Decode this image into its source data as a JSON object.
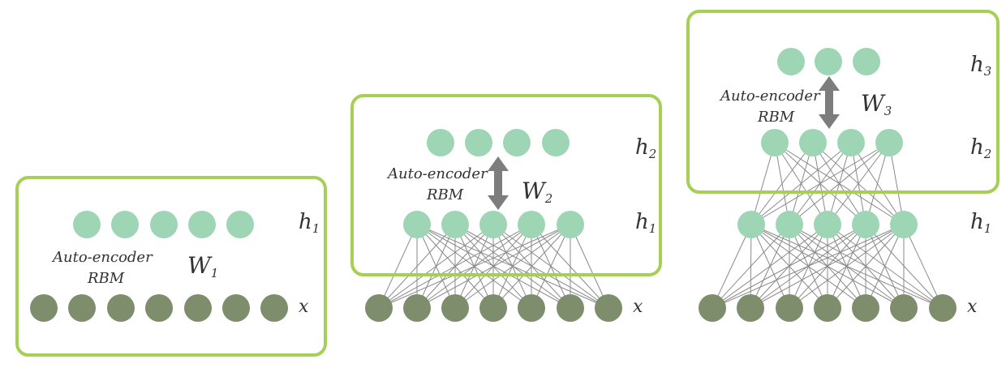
{
  "colors": {
    "box_border": "#a6cf55",
    "hidden_node": "#9ed5b4",
    "input_node": "#7e8d6b",
    "edge": "#8a8a8a",
    "arrow": "#7d7d7d",
    "text": "#333333"
  },
  "panels": [
    {
      "id": "stage1",
      "layers": [
        {
          "role": "hidden",
          "label_base": "h",
          "label_sub": "1",
          "node_count": 5
        },
        {
          "role": "input",
          "label_base": "x",
          "label_sub": "",
          "node_count": 7
        }
      ],
      "module_label": [
        "Auto-encoder",
        "RBM"
      ],
      "weight_base": "W",
      "weight_sub": "1",
      "arrow": false
    },
    {
      "id": "stage2",
      "layers": [
        {
          "role": "hidden",
          "label_base": "h",
          "label_sub": "2",
          "node_count": 4
        },
        {
          "role": "hidden",
          "label_base": "h",
          "label_sub": "1",
          "node_count": 5
        },
        {
          "role": "input",
          "label_base": "x",
          "label_sub": "",
          "node_count": 7
        }
      ],
      "module_label": [
        "Auto-encoder",
        "RBM"
      ],
      "weight_base": "W",
      "weight_sub": "2",
      "arrow": true
    },
    {
      "id": "stage3",
      "layers": [
        {
          "role": "hidden",
          "label_base": "h",
          "label_sub": "3",
          "node_count": 3
        },
        {
          "role": "hidden",
          "label_base": "h",
          "label_sub": "2",
          "node_count": 4
        },
        {
          "role": "hidden",
          "label_base": "h",
          "label_sub": "1",
          "node_count": 5
        },
        {
          "role": "input",
          "label_base": "x",
          "label_sub": "",
          "node_count": 7
        }
      ],
      "module_label": [
        "Auto-encoder",
        "RBM"
      ],
      "weight_base": "W",
      "weight_sub": "3",
      "arrow": true
    }
  ]
}
